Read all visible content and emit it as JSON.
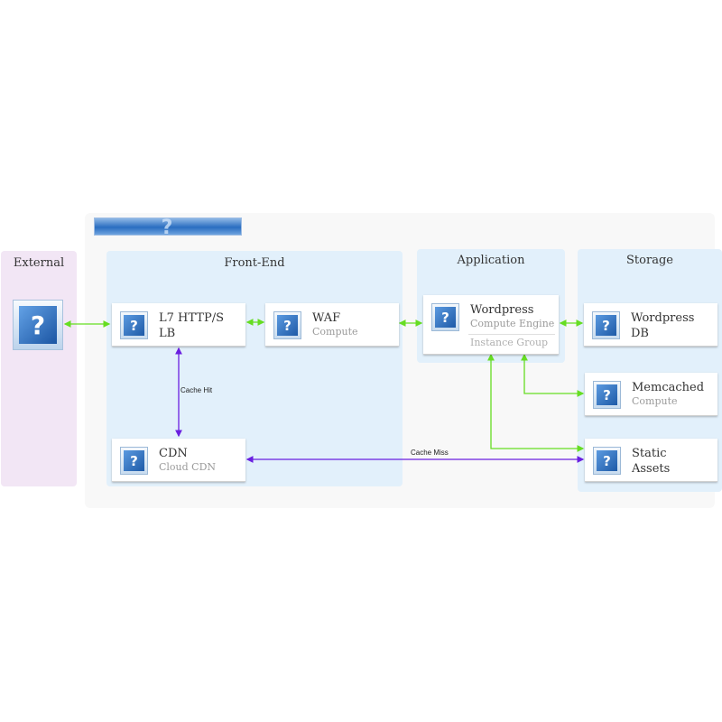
{
  "zones": {
    "external": "External",
    "frontend": "Front-End",
    "application": "Application",
    "storage": "Storage"
  },
  "nodes": {
    "lb": {
      "title_line1": "L7 HTTP/S",
      "title_line2": "LB",
      "icon": "unknown-icon"
    },
    "waf": {
      "title": "WAF",
      "subtitle": "Compute",
      "icon": "unknown-icon"
    },
    "cdn": {
      "title": "CDN",
      "subtitle": "Cloud CDN",
      "icon": "unknown-icon"
    },
    "wordpress": {
      "title": "Wordpress",
      "subtitle": "Compute Engine",
      "footer": "Instance Group",
      "icon": "unknown-icon"
    },
    "wordpress_db": {
      "title_line1": "Wordpress",
      "title_line2": "DB",
      "icon": "unknown-icon"
    },
    "memcached": {
      "title": "Memcached",
      "subtitle": "Compute",
      "icon": "unknown-icon"
    },
    "static_assets": {
      "title_line1": "Static",
      "title_line2": "Assets",
      "icon": "unknown-icon"
    },
    "external": {
      "icon": "unknown-icon"
    }
  },
  "edges": {
    "cache_hit": "Cache Hit",
    "cache_miss": "Cache Miss"
  },
  "colors": {
    "green_edge": "#66dd22",
    "purple_edge": "#6a1fe0",
    "zone_blue": "#e2f0fb",
    "zone_purple": "#f2e6f5"
  },
  "banner": {
    "icon": "unknown-icon",
    "glyph": "?"
  },
  "icon_glyph": "?"
}
